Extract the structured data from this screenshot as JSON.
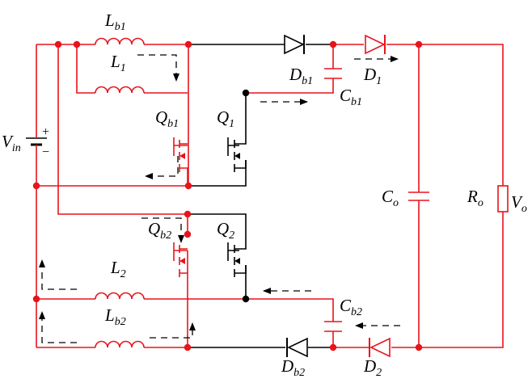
{
  "colors": {
    "active": "#e8141c",
    "inactive": "#000000",
    "background": "#ffffff"
  },
  "labels": {
    "Lb1": {
      "main": "L",
      "sub": "b1"
    },
    "L1": {
      "main": "L",
      "sub": "1"
    },
    "Db1": {
      "main": "D",
      "sub": "b1"
    },
    "D1": {
      "main": "D",
      "sub": "1"
    },
    "Cb1": {
      "main": "C",
      "sub": "b1"
    },
    "Vin": {
      "main": "V",
      "sub": "in"
    },
    "Qb1": {
      "main": "Q",
      "sub": "b1"
    },
    "Q1": {
      "main": "Q",
      "sub": "1"
    },
    "Co": {
      "main": "C",
      "sub": "o"
    },
    "Ro": {
      "main": "R",
      "sub": "o"
    },
    "Vo": {
      "main": "V",
      "sub": "o"
    },
    "Qb2": {
      "main": "Q",
      "sub": "b2"
    },
    "Q2": {
      "main": "Q",
      "sub": "2"
    },
    "L2": {
      "main": "L",
      "sub": "2"
    },
    "Cb2": {
      "main": "C",
      "sub": "b2"
    },
    "Lb2": {
      "main": "L",
      "sub": "b2"
    },
    "Db2": {
      "main": "D",
      "sub": "b2"
    },
    "D2": {
      "main": "D",
      "sub": "2"
    }
  },
  "polarity": {
    "plus": "+",
    "minus": "−"
  }
}
